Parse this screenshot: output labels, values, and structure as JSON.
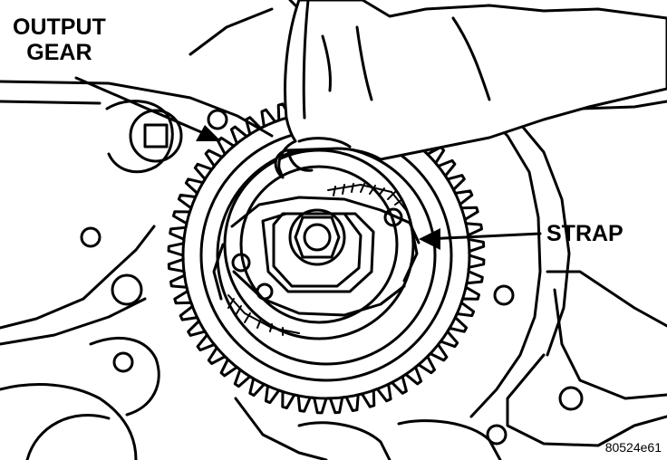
{
  "callouts": {
    "output_gear_line1": "OUTPUT",
    "output_gear_line2": "GEAR",
    "strap": "STRAP"
  },
  "figure_id": "80524e61",
  "colors": {
    "ink": "#000000",
    "paper": "#ffffff"
  },
  "icons": {
    "arrow": "arrow-icon"
  }
}
